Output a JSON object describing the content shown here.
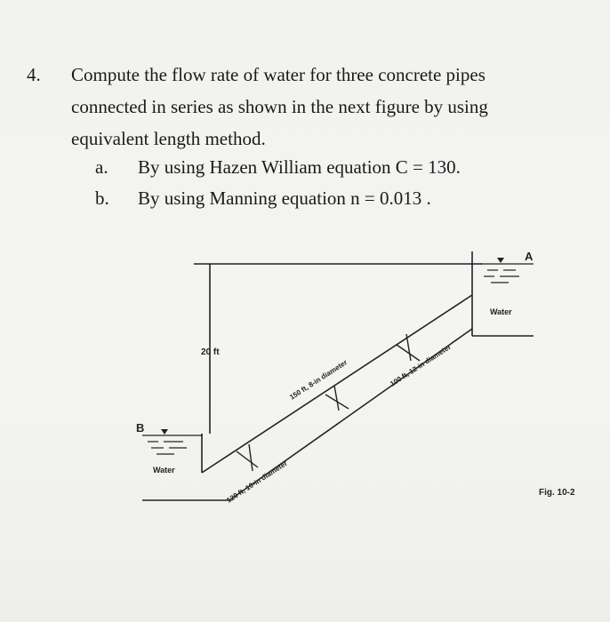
{
  "problem": {
    "number": "4.",
    "lines": [
      "Compute the flow rate of water for three concrete pipes",
      "connected in series as shown in the next figure by using",
      "equivalent length method."
    ],
    "options": [
      {
        "letter": "a.",
        "text": "By using Hazen William equation C = 130."
      },
      {
        "letter": "b.",
        "text": "By using Manning equation n = 0.013 ."
      }
    ]
  },
  "figure": {
    "label_a": "A",
    "label_b": "B",
    "water_right": "Water",
    "water_left": "Water",
    "head": "20 ft",
    "pipe1": "120 ft, 10-in diameter",
    "pipe2": "150 ft, 8-in diameter",
    "pipe3": "100 ft, 12-in diameter",
    "caption": "Fig. 10-2"
  }
}
